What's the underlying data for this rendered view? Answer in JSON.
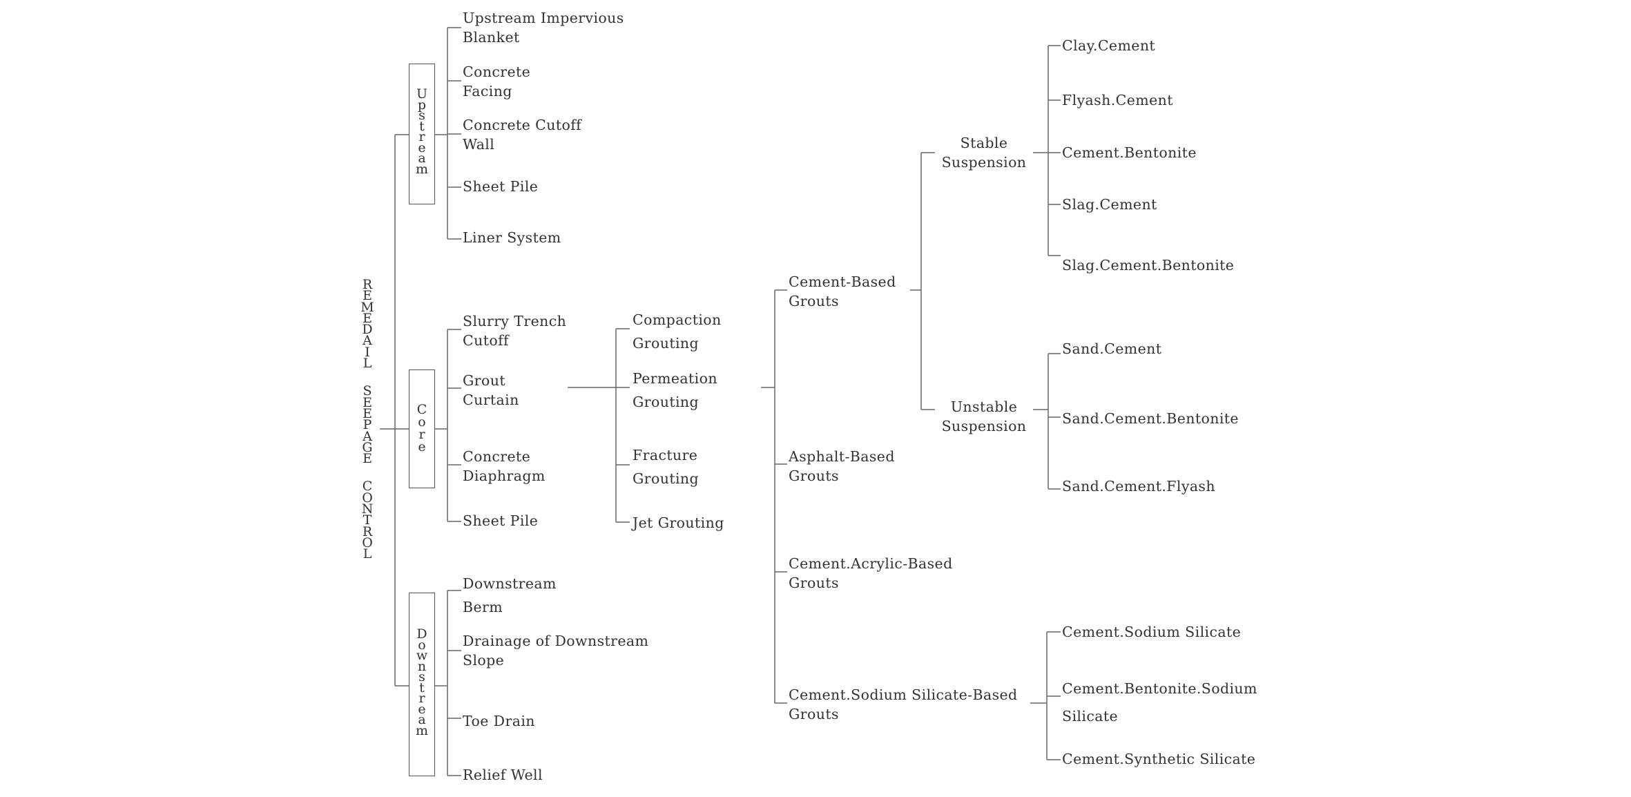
{
  "root": {
    "text": "REMEDAIL SEEPAGE CONTROL"
  },
  "groups": {
    "upstream": "Upstream",
    "core": "Core",
    "downstream": "Downstream"
  },
  "upstream_items": [
    [
      "Upstream Impervious",
      "Blanket"
    ],
    [
      "Concrete",
      "Facing"
    ],
    [
      "Concrete Cutoff",
      "Wall"
    ],
    [
      "Sheet Pile"
    ],
    [
      "Liner System"
    ]
  ],
  "core_items": [
    [
      "Slurry Trench",
      "Cutoff"
    ],
    [
      "Grout",
      "Curtain"
    ],
    [
      "Concrete",
      "Diaphragm"
    ],
    [
      "Sheet Pile"
    ]
  ],
  "downstream_items": [
    [
      "Downstream",
      "Berm"
    ],
    [
      "Drainage of Downstream",
      "Slope"
    ],
    [
      "Toe Drain"
    ],
    [
      "Relief Well"
    ]
  ],
  "grouting_methods": [
    [
      "Compaction",
      "Grouting"
    ],
    [
      "Permeation",
      "Grouting"
    ],
    [
      "Fracture",
      "Grouting"
    ],
    [
      "Jet Grouting"
    ]
  ],
  "grout_types": [
    [
      "Cement-Based",
      "Grouts"
    ],
    [
      "Asphalt-Based",
      "Grouts"
    ],
    [
      "Cement.Acrylic-Based",
      "Grouts"
    ],
    [
      "Cement.Sodium Silicate-Based",
      "Grouts"
    ]
  ],
  "suspensions": [
    [
      "Stable",
      "Suspension"
    ],
    [
      "Unstable",
      "Suspension"
    ]
  ],
  "stable_mixes": [
    "Clay.Cement",
    "Flyash.Cement",
    "Cement.Bentonite",
    "Slag.Cement",
    "Slag.Cement.Bentonite"
  ],
  "unstable_mixes": [
    "Sand.Cement",
    "Sand.Cement.Bentonite",
    "Sand.Cement.Flyash"
  ],
  "silicate_mixes": [
    [
      "Cement.Sodium Silicate"
    ],
    [
      "Cement.Bentonite.Sodium",
      "Silicate"
    ],
    [
      "Cement.Synthetic Silicate"
    ]
  ]
}
